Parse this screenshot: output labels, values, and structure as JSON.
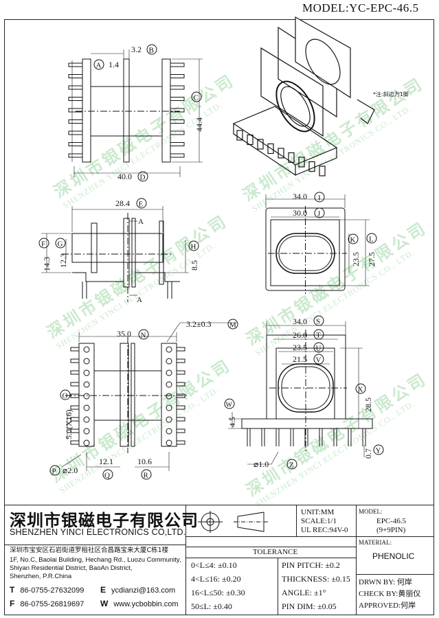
{
  "model_title": "MODEL:YC-EPC-46.5",
  "watermark": {
    "cn": "深圳市银磁电子有限公司",
    "en": "SHENZHEN YINCI ELECTRONICS CO., LTD."
  },
  "dims": {
    "a": "1.4",
    "b": "3.2",
    "c": "44.4",
    "d": "40.0",
    "e": "28.4",
    "f": "14.3",
    "g": "12.3",
    "h": "8.5",
    "i": "34.0",
    "j": "30.0",
    "k": "23.5",
    "l": "27.5",
    "m": "3.2±0.3",
    "n": "35.0",
    "o": "5.0(X16)",
    "p": "⌀2.0",
    "q": "12.1",
    "r": "10.6",
    "s": "34.0",
    "t": "26.0",
    "u": "23.5",
    "v": "21.5",
    "w": "4.5",
    "x": "28.5",
    "y": "0.7",
    "z": "⌀1.0"
  },
  "letters": {
    "a": "A",
    "b": "B",
    "c": "C",
    "d": "D",
    "e": "E",
    "f": "F",
    "g": "G",
    "h": "H",
    "i": "I",
    "j": "J",
    "k": "K",
    "l": "L",
    "m": "M",
    "n": "N",
    "o": "O",
    "p": "P",
    "q": "Q",
    "r": "R",
    "s": "S",
    "t": "T",
    "u": "U",
    "v": "V",
    "w": "W",
    "x": "X",
    "y": "Y",
    "z": "Z"
  },
  "section_label": "A",
  "pin_note": "*注:斜边为1脚",
  "company": {
    "name_cn": "深圳市银磁电子有限公司",
    "name_en": "SHENZHEN YINCI ELECTRONICS CO,LTD.",
    "address_cn": "深圳市宝安区石岩街道罗租社区合昌路宝来大厦C栋1楼",
    "address_en1": "1F, No.C, Baolai Building, Hechang Rd., Luozu Community,",
    "address_en2": "Shiyan Residential District, BaoAn District,",
    "address_en3": "Shenzhen, P.R.China",
    "tel_label": "T",
    "tel": "86-0755-27632099",
    "fax_label": "F",
    "fax": "86-0755-26819697",
    "email_label": "E",
    "email": "ycdianzi@163.com",
    "web_label": "W",
    "web": "www.ycbobbin.com"
  },
  "specs": {
    "unit": "UNIT:MM",
    "scale": "SCALE:1/1",
    "ul": "UL REC:94V-0",
    "model_label": "MODEL:",
    "model_value": "EPC-46.5",
    "pins": "(9+9PIN)",
    "material_label": "MATERIAL:",
    "material_value": "PHENOLIC",
    "drawn": "DRWN BY: 何岸",
    "check": "CHECK BY:黄丽仪",
    "approved": "APPROVED:何岸"
  },
  "tolerance": {
    "title": "TOLERANCE",
    "rows": [
      "0<L≤4: ±0.10",
      "4<L≤16: ±0.20",
      "16<L≤50: ±0.30",
      "50≤L: ±0.40"
    ],
    "rows_right": [
      "PIN PITCH: ±0.2",
      "THICKNESS: ±0.15",
      "ANGLE: ±1°",
      "PIN DIM: ±0.05"
    ]
  }
}
